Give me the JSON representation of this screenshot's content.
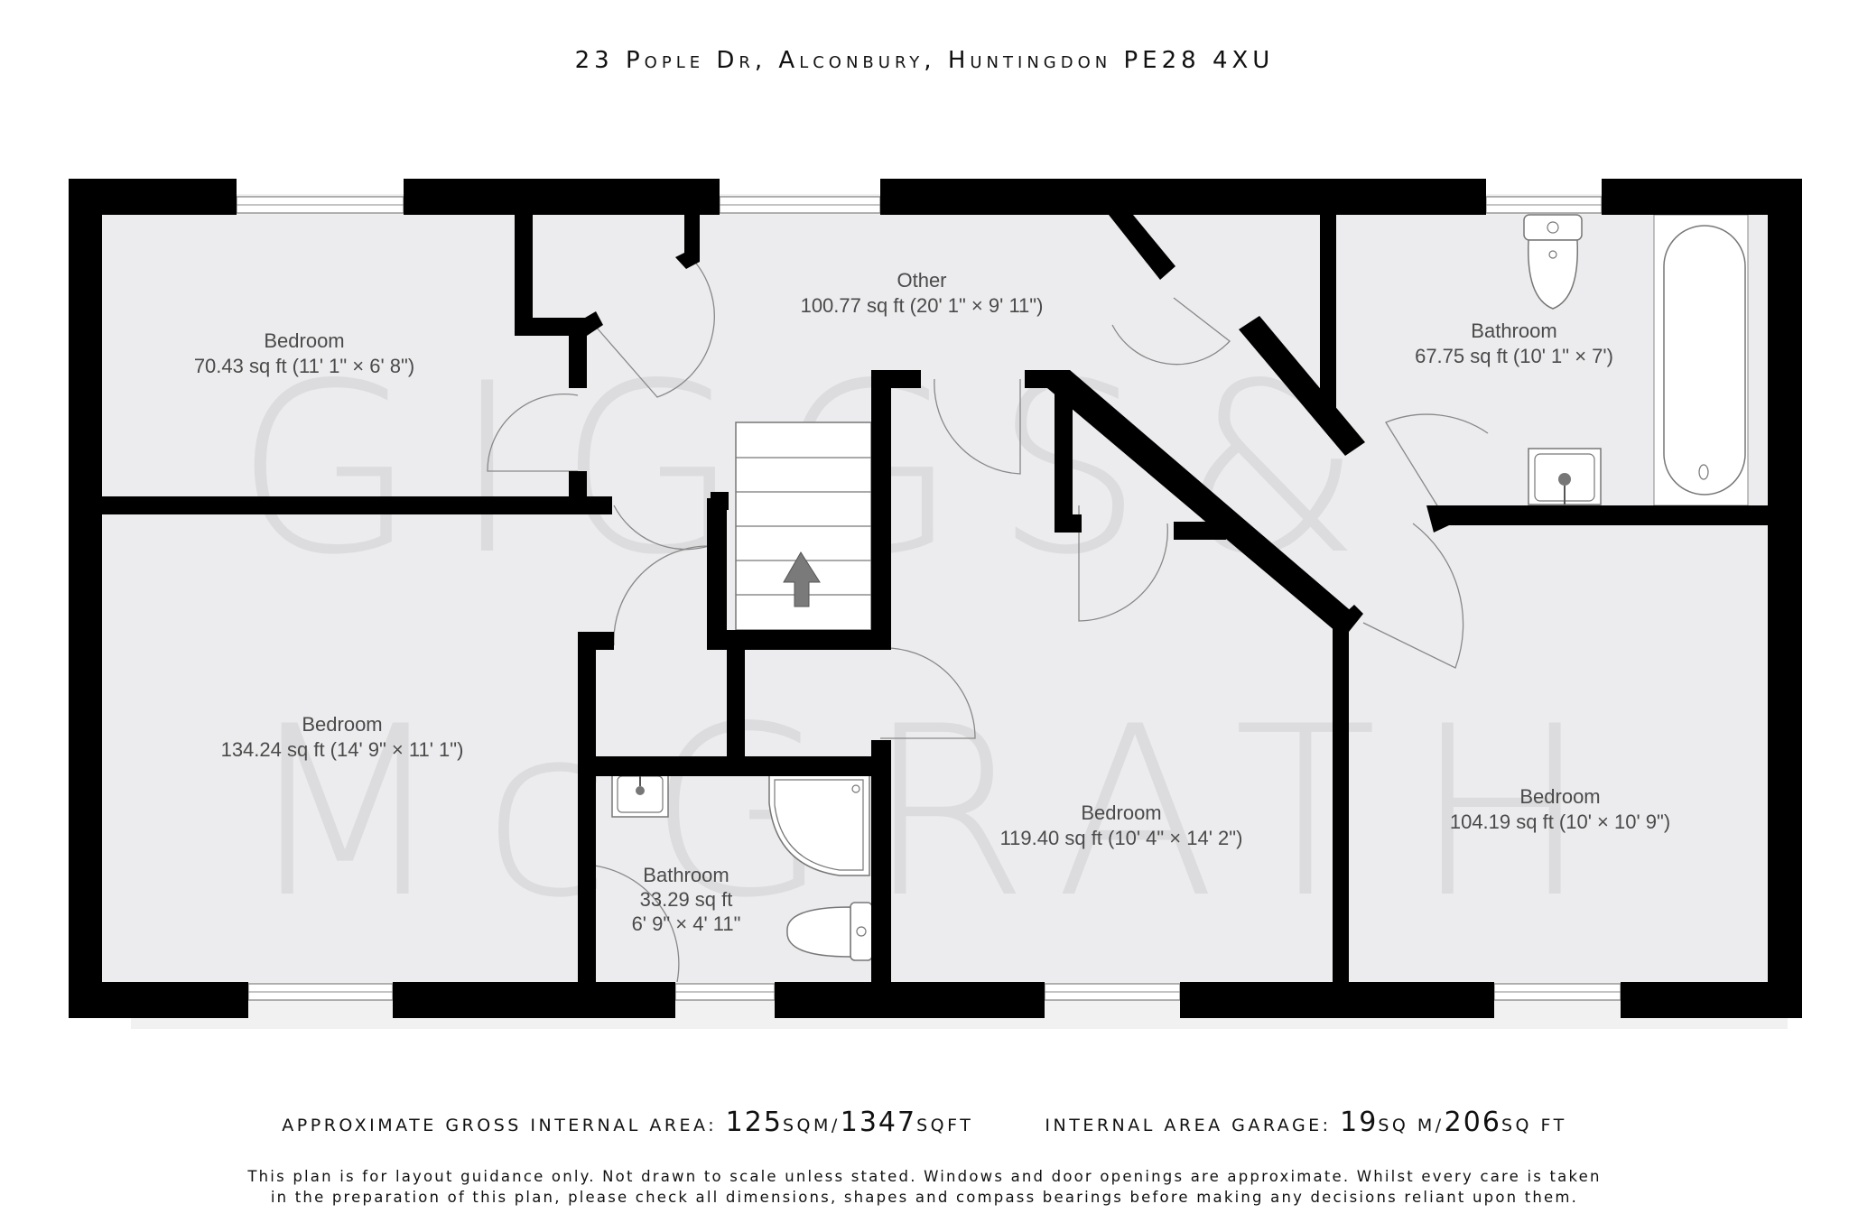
{
  "header": {
    "address": "23 Pople Dr, Alconbury, Huntingdon PE28 4XU"
  },
  "watermark": {
    "line1": "GIGGS&",
    "line2": "McGRATH"
  },
  "rooms": [
    {
      "name": "Bedroom",
      "area": "70.43 sq ft (11' 1\" × 6' 8\")"
    },
    {
      "name": "Other",
      "area": "100.77 sq ft (20' 1\" × 9' 11\")"
    },
    {
      "name": "Bathroom",
      "area": "67.75 sq ft (10' 1\" × 7')"
    },
    {
      "name": "Bedroom",
      "area": "134.24 sq ft (14' 9\" × 11' 1\")"
    },
    {
      "name": "Bathroom",
      "area": "33.29 sq ft",
      "dims": "6' 9\" × 4' 11\""
    },
    {
      "name": "Bedroom",
      "area": "119.40 sq ft (10' 4\" × 14' 2\")"
    },
    {
      "name": "Bedroom",
      "area": "104.19 sq ft (10' × 10' 9\")"
    }
  ],
  "stairs": {
    "direction_icon": "up-arrow-icon"
  },
  "footer": {
    "gross_label": "approximate gross internal area:",
    "gross_sqm": "125",
    "gross_sqm_unit": "sqm/",
    "gross_sqft": "1347",
    "gross_sqft_unit": "sqft",
    "garage_label": "internal area garage:",
    "garage_sqm": "19",
    "garage_sqm_unit": "sq m/",
    "garage_sqft": "206",
    "garage_sqft_unit": "sq ft",
    "disclaimer_line1": "This plan is for layout guidance only. Not drawn to scale unless stated. Windows and door openings are approximate. Whilst every care is taken",
    "disclaimer_line2": "in the preparation of this plan, please check all dimensions, shapes and compass bearings before making any decisions reliant upon them."
  },
  "colors": {
    "wall": "#000000",
    "floor": "#ececee",
    "fixture": "#ffffff",
    "text": "#4a4a4a",
    "watermark": "#dcdcde"
  }
}
